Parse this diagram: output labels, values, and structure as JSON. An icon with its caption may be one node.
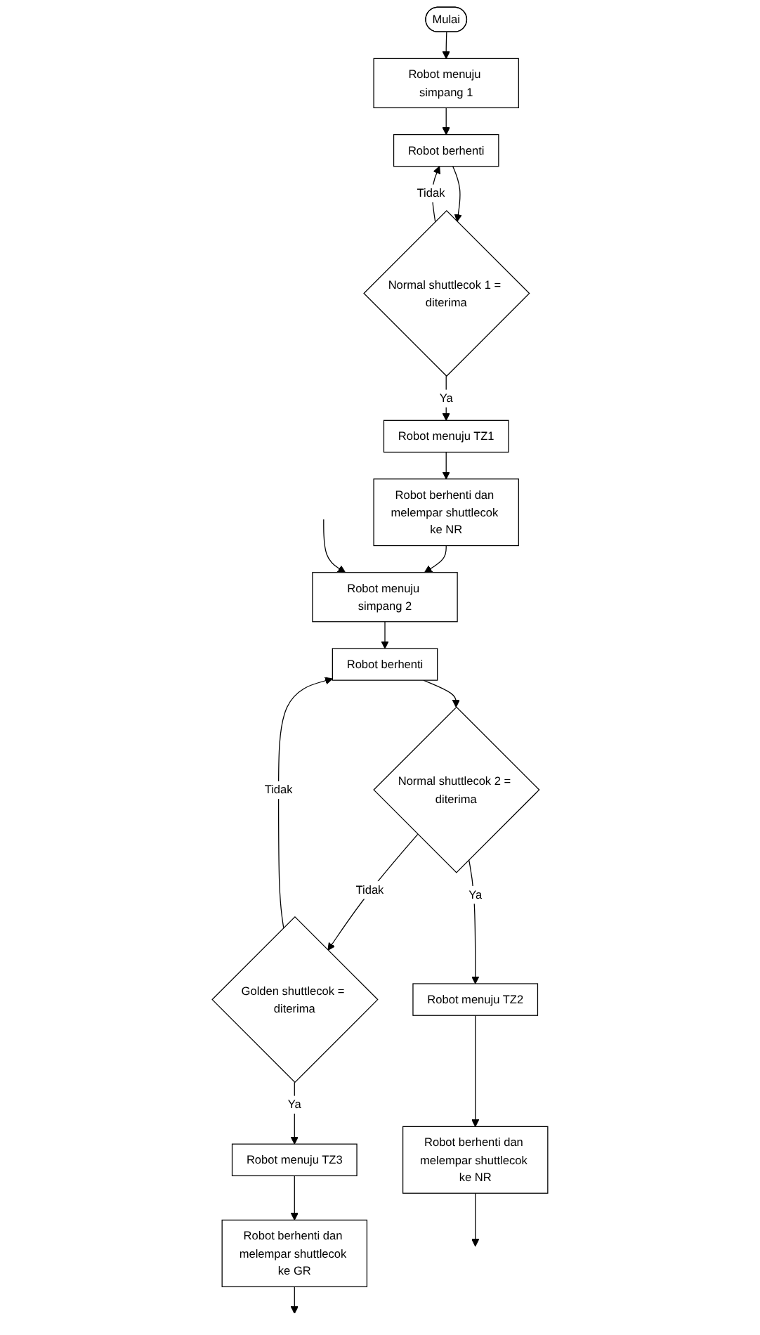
{
  "diagram": {
    "nodes": [
      {
        "text": [
          "Mulai"
        ]
      },
      {
        "text": [
          "Robot menuju simpang 1"
        ]
      },
      {
        "text": [
          "Robot berhenti"
        ]
      },
      {
        "text": [
          "Normal shuttlecok 1 = diterima"
        ]
      },
      {
        "text": [
          "Robot menuju TZ1"
        ]
      },
      {
        "text": [
          "Robot berhenti dan melempar shuttlecok ke NR"
        ]
      },
      {
        "text": [
          "Robot menuju simpang 2"
        ]
      },
      {
        "text": [
          "Robot berhenti"
        ]
      },
      {
        "text": [
          "Normal shuttlecok 2 = diterima"
        ]
      },
      {
        "text": [
          "Golden shuttlecok = diterima"
        ]
      },
      {
        "text": [
          "Robot menuju TZ2"
        ]
      },
      {
        "text": [
          "Robot menuju TZ3"
        ]
      },
      {
        "text": [
          "Robot berhenti dan melempar shuttlecok ke NR"
        ]
      },
      {
        "text": [
          "Robot berhenti dan melempar shuttlecok ke GR"
        ]
      }
    ],
    "edges": [
      {
        "from": 0,
        "to": 1,
        "arrow": "to"
      },
      {
        "from": 1,
        "to": 2,
        "arrow": "to"
      },
      {
        "from": 2,
        "to": 3,
        "arrow": "to"
      },
      {
        "from": 3,
        "to": 2,
        "label": "Tidak",
        "arrow": "to"
      },
      {
        "from": 3,
        "to": 4,
        "label": "Ya",
        "arrow": "to"
      },
      {
        "from": 4,
        "to": 5,
        "arrow": "to"
      },
      {
        "from": 5,
        "to": 6,
        "arrow": "to"
      },
      {
        "from": null,
        "to": 6,
        "arrow": "to"
      },
      {
        "from": 6,
        "to": 7,
        "arrow": "to"
      },
      {
        "from": 7,
        "to": 8,
        "arrow": "to"
      },
      {
        "from": 8,
        "to": 9,
        "label": "Tidak",
        "arrow": "to"
      },
      {
        "from": 9,
        "to": 7,
        "label": "Tidak",
        "arrow": "to"
      },
      {
        "from": 8,
        "to": 10,
        "label": "Ya",
        "arrow": "to"
      },
      {
        "from": 9,
        "to": 11,
        "label": "Ya",
        "arrow": "to"
      },
      {
        "from": 10,
        "to": 12,
        "arrow": "to"
      },
      {
        "from": 11,
        "to": 13,
        "arrow": "to"
      },
      {
        "from": 12,
        "to": null,
        "arrow": "to"
      },
      {
        "from": 13,
        "to": null,
        "arrow": "to"
      }
    ]
  }
}
